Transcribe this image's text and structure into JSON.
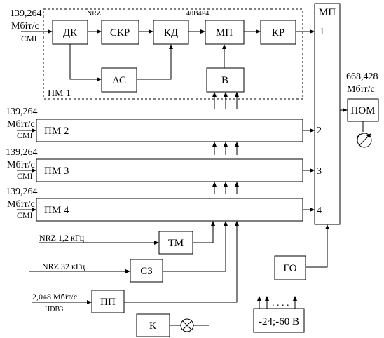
{
  "module1": {
    "label": "ПМ 1",
    "blocks": {
      "dk": "ДК",
      "skr": "СКР",
      "kd": "КД",
      "mp": "МП",
      "kr": "КР",
      "as": "АС",
      "v": "В"
    },
    "code_nrz": "NRZ",
    "code_40b4p4": "40В4Р4"
  },
  "input_rate": "139,264",
  "input_unit": "Мбіт/с",
  "input_code": "СМІ",
  "modules": {
    "pm2": "ПМ 2",
    "pm3": "ПМ 3",
    "pm4": "ПМ 4"
  },
  "multiplexer": {
    "label": "МП",
    "ports": [
      "1",
      "2",
      "3",
      "4"
    ]
  },
  "output": {
    "rate": "668,428",
    "unit": "Мбіт/с",
    "block": "ПОМ"
  },
  "blocks": {
    "tm": "ТМ",
    "sz": "СЗ",
    "pp": "ПП",
    "go": "ГО",
    "k": "К"
  },
  "signals": {
    "nrz_12": "NRZ 1,2 кГц",
    "nrz_32": "NRZ 32 кГц",
    "rate_2048": "2,048 Мбіт/с",
    "hdb3": "HDB3"
  },
  "power": {
    "dots": ". . . .",
    "label": "-24;-60 В"
  }
}
